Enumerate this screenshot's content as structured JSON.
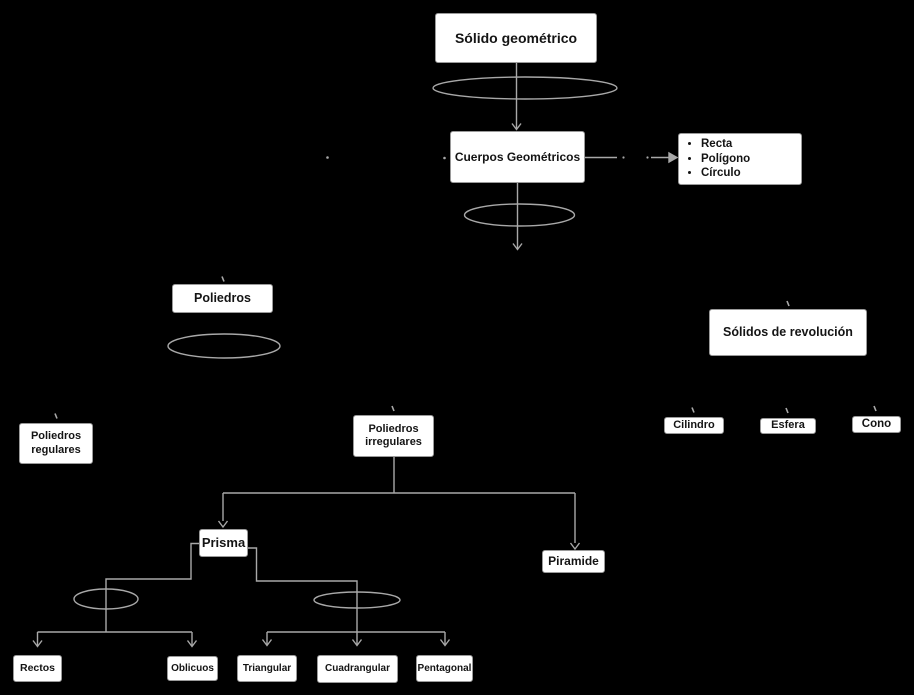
{
  "canvas": {
    "background_color": "#000000",
    "node_fill_color": "#ffffff",
    "node_border_color": "#9a9a9a",
    "line_color": "#a8a8a8",
    "text_color": "#141414"
  },
  "nodes": {
    "solido_geometrico": "Sólido geométrico",
    "cuerpos_geometricos": "Cuerpos Geométricos",
    "elementos": [
      "Recta",
      "Polígono",
      "Círculo"
    ],
    "poliedros": "Poliedros",
    "solidos_de_revolucion": "Sólidos de revolución",
    "poliedros_regulares": "Poliedros regulares",
    "poliedros_irregulares": "Poliedros irregulares",
    "cilindro": "Cilindro",
    "esfera": "Esfera",
    "cono": "Cono",
    "prisma": "Prisma",
    "piramide": "Piramide",
    "rectos": "Rectos",
    "oblicuos": "Oblicuos",
    "triangular": "Triangular",
    "cuadrangular": "Cuadrangular",
    "pentagonal": "Pentagonal"
  }
}
